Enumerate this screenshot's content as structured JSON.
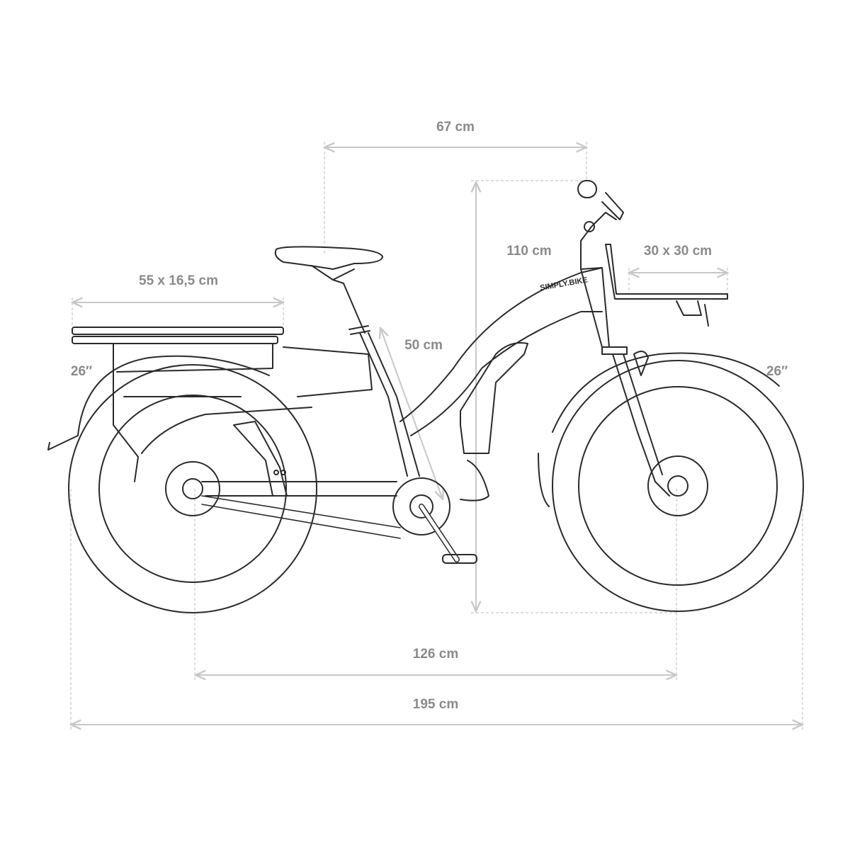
{
  "brand": "SIMPLY.BIKE",
  "dimensions": {
    "handlebar_reach": "67 cm",
    "total_height": "110 cm",
    "front_basket": "30 x 30 cm",
    "rear_rack": "55 x 16,5 cm",
    "seat_tube": "50 cm",
    "rear_wheel_size": "26″",
    "front_wheel_size": "26″",
    "wheelbase": "126 cm",
    "total_length": "195 cm"
  },
  "colors": {
    "line": "#2a2a2a",
    "dimension": "#c8c8c8",
    "label": "#8a8a8a"
  }
}
